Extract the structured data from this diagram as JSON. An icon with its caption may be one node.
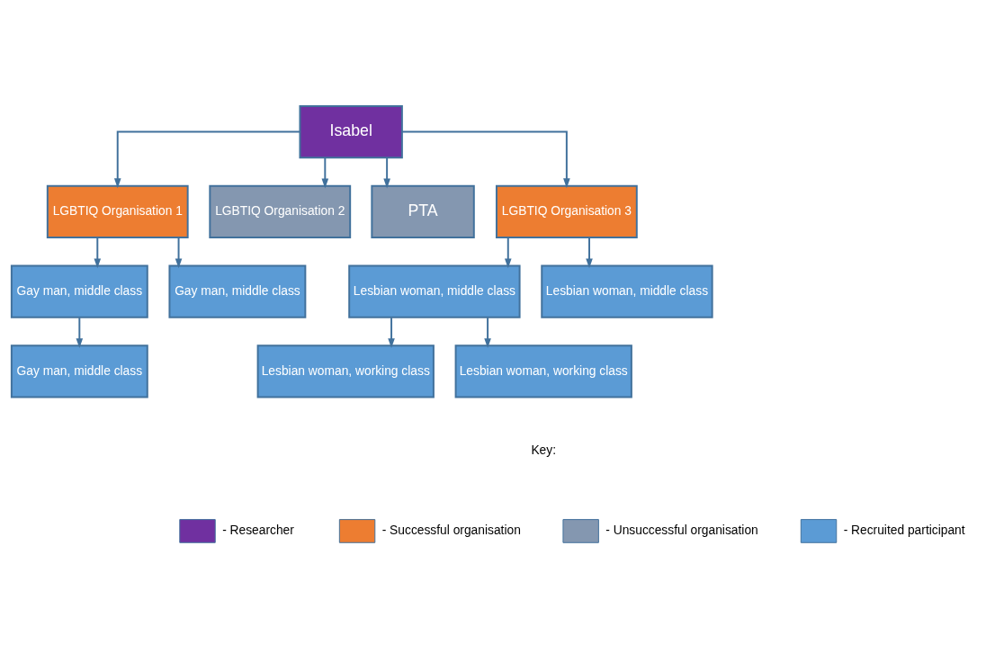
{
  "diagram": {
    "nodes": [
      {
        "text": [
          "Isabel"
        ]
      },
      {
        "text": [
          "LGBTIQ Organisation 1"
        ]
      },
      {
        "text": [
          "LGBTIQ Organisation 2"
        ]
      },
      {
        "text": [
          "PTA"
        ]
      },
      {
        "text": [
          "LGBTIQ Organisation 3"
        ]
      },
      {
        "text": [
          "Gay man, middle class"
        ]
      },
      {
        "text": [
          "Gay man, middle class"
        ]
      },
      {
        "text": [
          "Lesbian woman, middle class"
        ]
      },
      {
        "text": [
          "Lesbian woman, middle class"
        ]
      },
      {
        "text": [
          "Gay man, middle class"
        ]
      },
      {
        "text": [
          "Lesbian woman, working class"
        ]
      },
      {
        "text": [
          "Lesbian woman, working class"
        ]
      }
    ],
    "edges": [
      {
        "from": 0,
        "to": 1,
        "arrow": "to"
      },
      {
        "from": 0,
        "to": 2,
        "arrow": "to"
      },
      {
        "from": 0,
        "to": 3,
        "arrow": "to"
      },
      {
        "from": 0,
        "to": 4,
        "arrow": "to"
      },
      {
        "from": 1,
        "to": 5,
        "arrow": "to"
      },
      {
        "from": 1,
        "to": 6,
        "arrow": "to"
      },
      {
        "from": 4,
        "to": 7,
        "arrow": "to"
      },
      {
        "from": 4,
        "to": 8,
        "arrow": "to"
      },
      {
        "from": 5,
        "to": 9,
        "arrow": "to"
      },
      {
        "from": 7,
        "to": 10,
        "arrow": "to"
      },
      {
        "from": 7,
        "to": 11,
        "arrow": "to"
      }
    ],
    "labels": [
      "Key:"
    ],
    "legend": [
      {
        "text": "- Researcher",
        "color": "#7030a0"
      },
      {
        "text": "- Successful organisation",
        "color": "#ed7d31"
      },
      {
        "text": "- Unsuccessful organisation",
        "color": "#8497b0"
      },
      {
        "text": "- Recruited participant",
        "color": "#5b9bd5"
      }
    ]
  }
}
